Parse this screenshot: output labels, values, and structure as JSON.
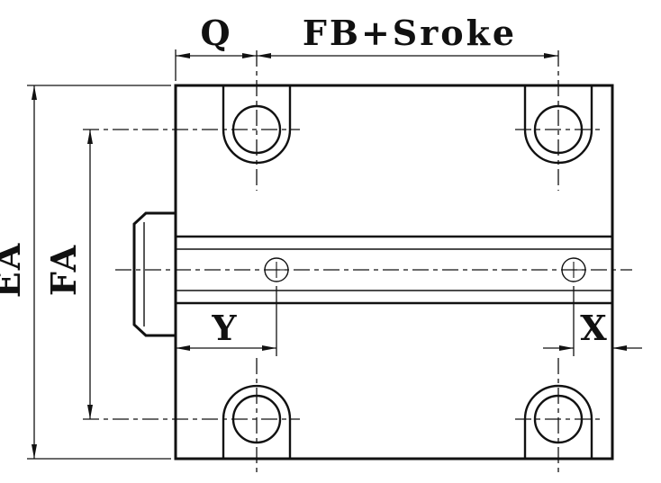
{
  "diagram": {
    "title": "mounting-block-dimension-drawing",
    "labels": {
      "q": "Q",
      "fb_stroke": "FB+Sroke",
      "ea": "EA",
      "fa": "FA",
      "y": "Y",
      "x": "X"
    },
    "colors": {
      "line": "#111111",
      "background": "#ffffff"
    }
  }
}
